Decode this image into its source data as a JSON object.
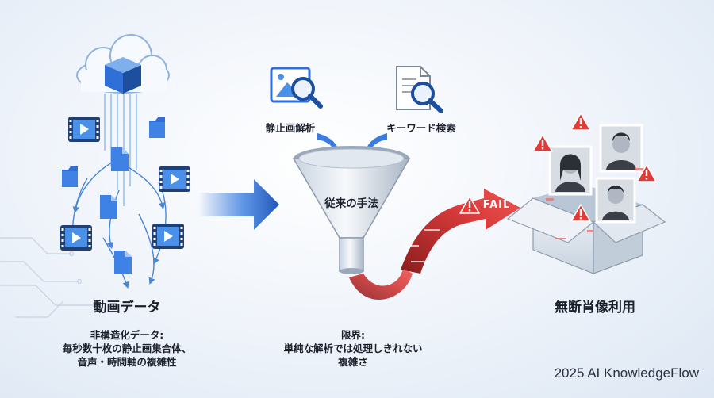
{
  "left": {
    "title": "動画データ",
    "desc_lines": [
      "非構造化データ:",
      "毎秒数十枚の静止画集合体、",
      "音声・時間軸の複雑性"
    ]
  },
  "middle": {
    "image_analysis_label": "静止画解析",
    "keyword_search_label": "キーワード検索",
    "funnel_label": "従来の手法",
    "fail_label": "FAIL",
    "desc_lines": [
      "限界:",
      "単純な解析では処理しきれない",
      "複雑さ"
    ]
  },
  "right": {
    "title": "無断肖像利用"
  },
  "footer": "2025 AI KnowledgeFlow",
  "colors": {
    "accent_blue": "#2f6fd6",
    "fail_red": "#d63a3a",
    "warning_red": "#e53935"
  },
  "icons": [
    "cloud-icon",
    "cube-icon",
    "folder-icon",
    "video-icon",
    "image-search-icon",
    "document-search-icon",
    "funnel-icon",
    "warning-icon",
    "box-icon"
  ]
}
